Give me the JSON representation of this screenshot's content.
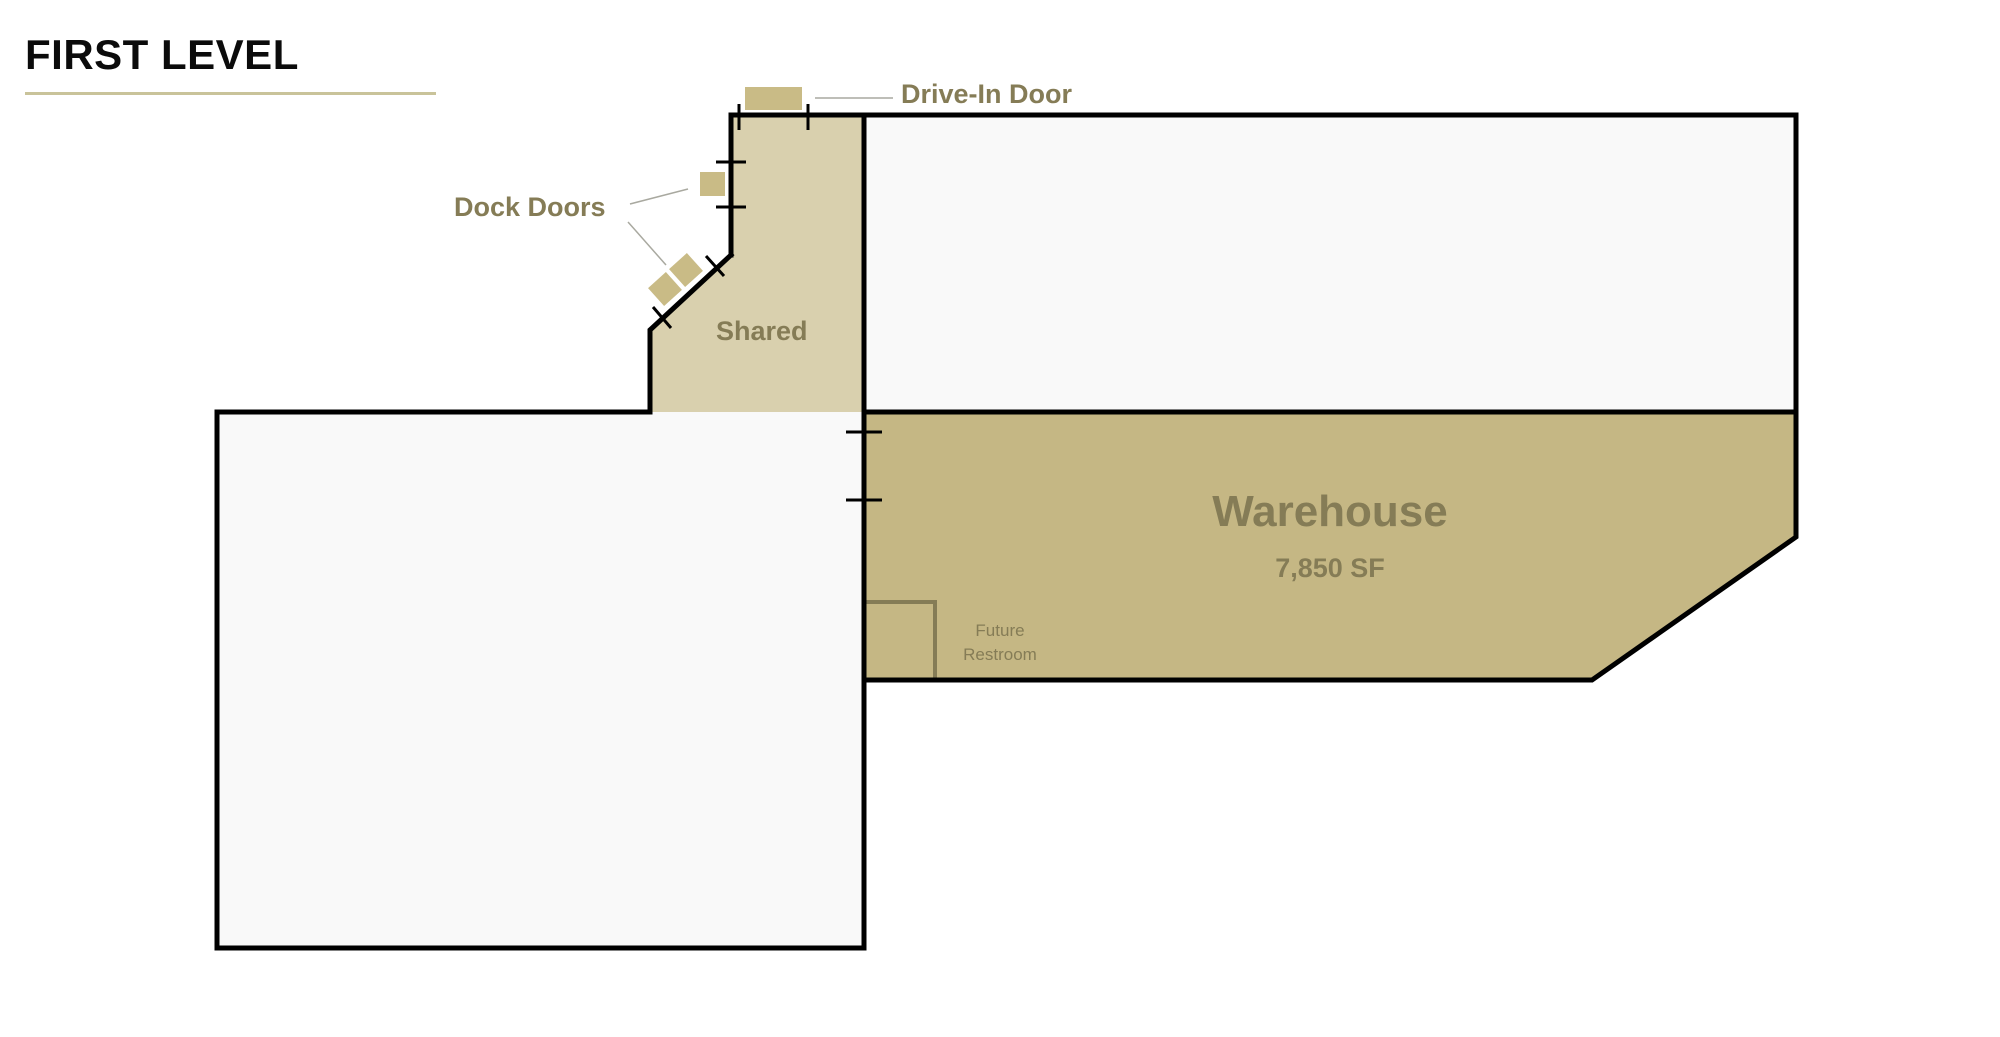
{
  "header": {
    "title": "FIRST LEVEL"
  },
  "colors": {
    "accent_rule": "#c9c39a",
    "warehouse_fill": "#c5b784",
    "shared_fill": "#d9d0ae",
    "unleased_fill": "#f9f9f9",
    "door_fill": "#c9bb86",
    "label_text": "#857c56",
    "wall": "#000000"
  },
  "floorplan": {
    "callouts": {
      "drive_in_door": "Drive-In Door",
      "dock_doors": "Dock Doors"
    },
    "spaces": {
      "shared": {
        "label": "Shared"
      },
      "warehouse": {
        "label": "Warehouse",
        "area": "7,850 SF"
      },
      "future_restroom": {
        "line1": "Future",
        "line2": "Restroom"
      }
    }
  }
}
